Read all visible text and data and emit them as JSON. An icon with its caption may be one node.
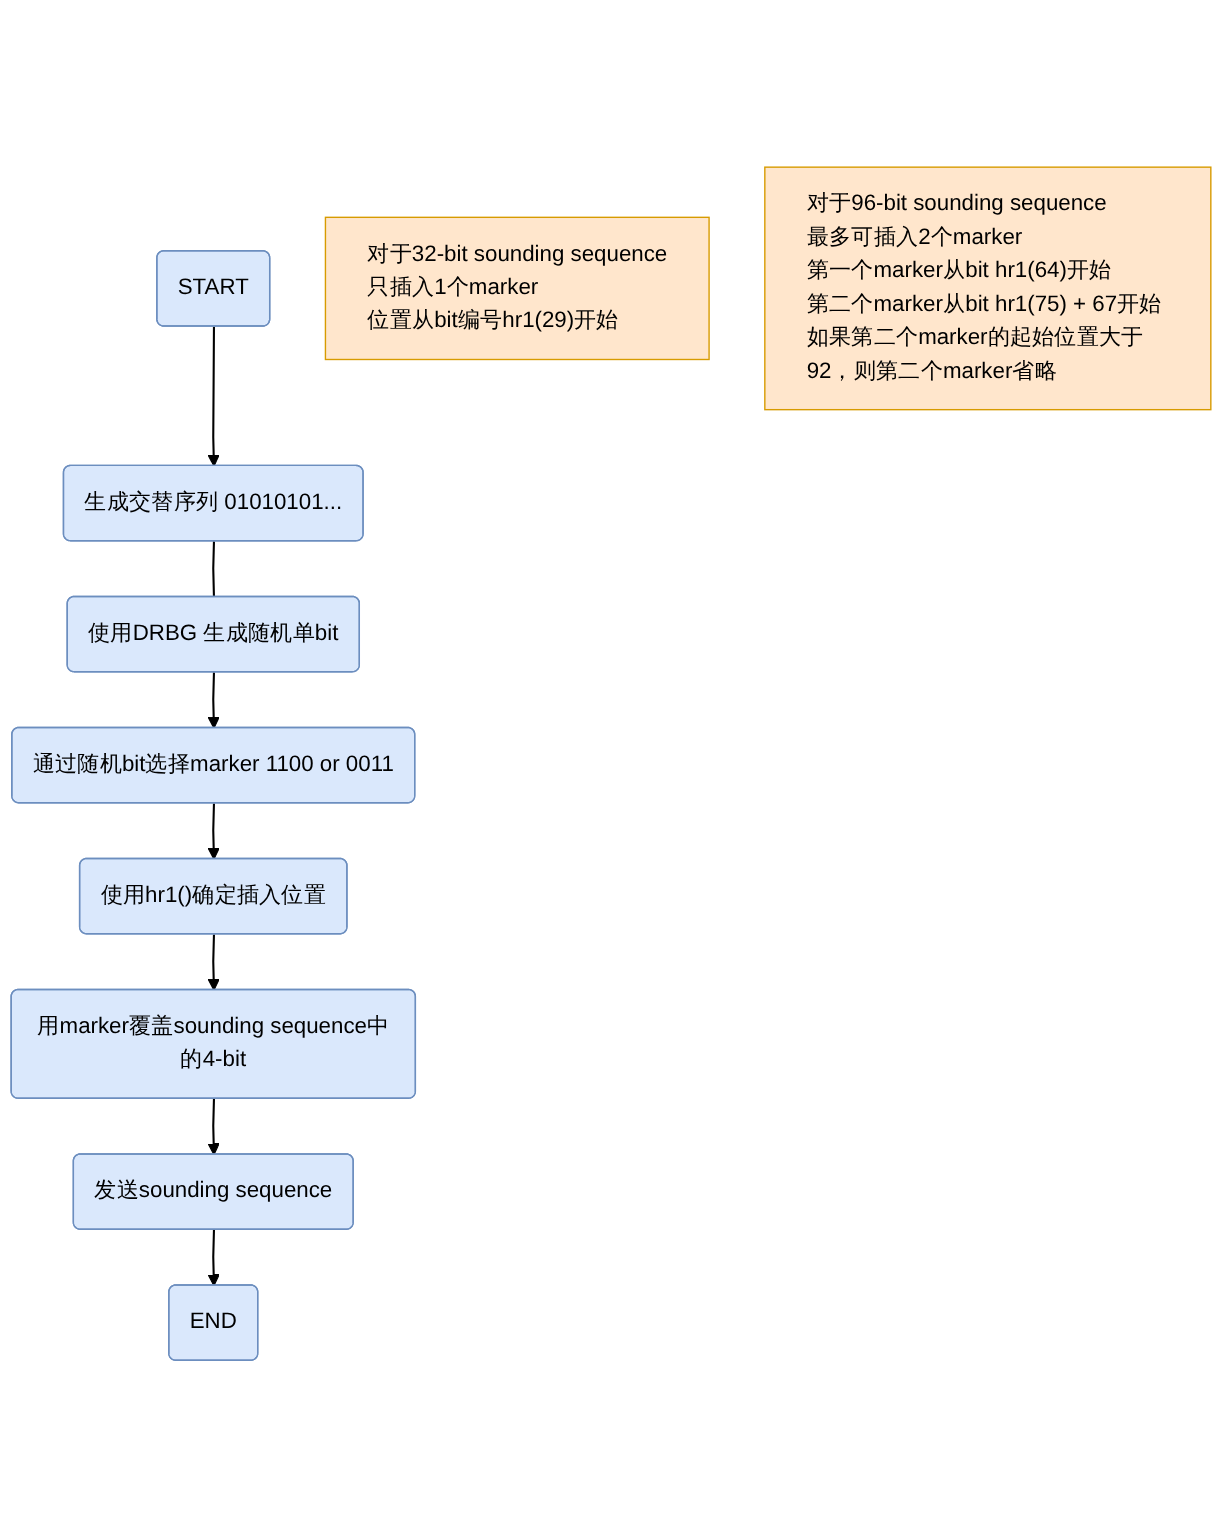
{
  "diagram": {
    "nodes": [
      {
        "text": [
          "START"
        ]
      },
      {
        "text": [
          "生成交替序列 01010101..."
        ]
      },
      {
        "text": [
          "使用DRBG 生成随机单bit"
        ]
      },
      {
        "text": [
          "通过随机bit选择marker 1100 or 0011"
        ]
      },
      {
        "text": [
          "使用hr1()确定插入位置"
        ]
      },
      {
        "text": [
          "用marker覆盖sounding sequence中的4-bit"
        ]
      },
      {
        "text": [
          "发送sounding sequence"
        ]
      },
      {
        "text": [
          "END"
        ]
      },
      {
        "text": [
          "对于32-bit sounding sequence",
          "只插入1个marker",
          "位置从bit编号hr1(29)开始"
        ]
      },
      {
        "text": [
          "对于96-bit sounding sequence",
          "最多可插入2个marker",
          "第一个marker从bit hr1(64)开始",
          "第二个marker从bit hr1(75) + 67开始",
          "如果第二个marker的起始位置大于92，则第二个marker省略"
        ]
      }
    ],
    "edges": [
      {
        "from": 0,
        "to": 1,
        "arrow": "to"
      },
      {
        "from": 1,
        "to": 2,
        "arrow": "none"
      },
      {
        "from": 2,
        "to": 3,
        "arrow": "to"
      },
      {
        "from": 3,
        "to": 4,
        "arrow": "to"
      },
      {
        "from": 4,
        "to": 5,
        "arrow": "to"
      },
      {
        "from": 5,
        "to": 6,
        "arrow": "to"
      },
      {
        "from": 6,
        "to": 7,
        "arrow": "to"
      }
    ]
  }
}
